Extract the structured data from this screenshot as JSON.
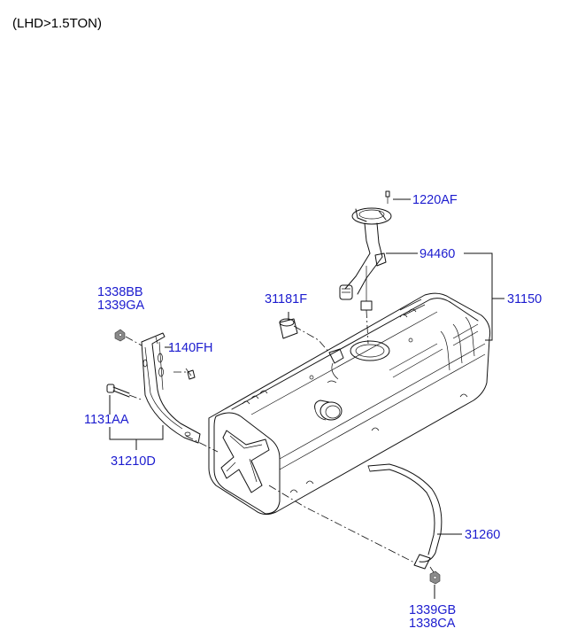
{
  "caption": "(LHD>1.5TON)",
  "labels": {
    "p1220AF": "1220AF",
    "p94460": "94460",
    "p31150": "31150",
    "p31181F": "31181F",
    "p1338BB": "1338BB",
    "p1339GA": "1339GA",
    "p1140FH": "1140FH",
    "p1131AA": "1131AA",
    "p31210D": "31210D",
    "p31260": "31260",
    "p1339GB": "1339GB",
    "p1338CA": "1338CA"
  },
  "colors": {
    "label": "#1c1ccf",
    "line": "#111111",
    "background": "#ffffff"
  }
}
